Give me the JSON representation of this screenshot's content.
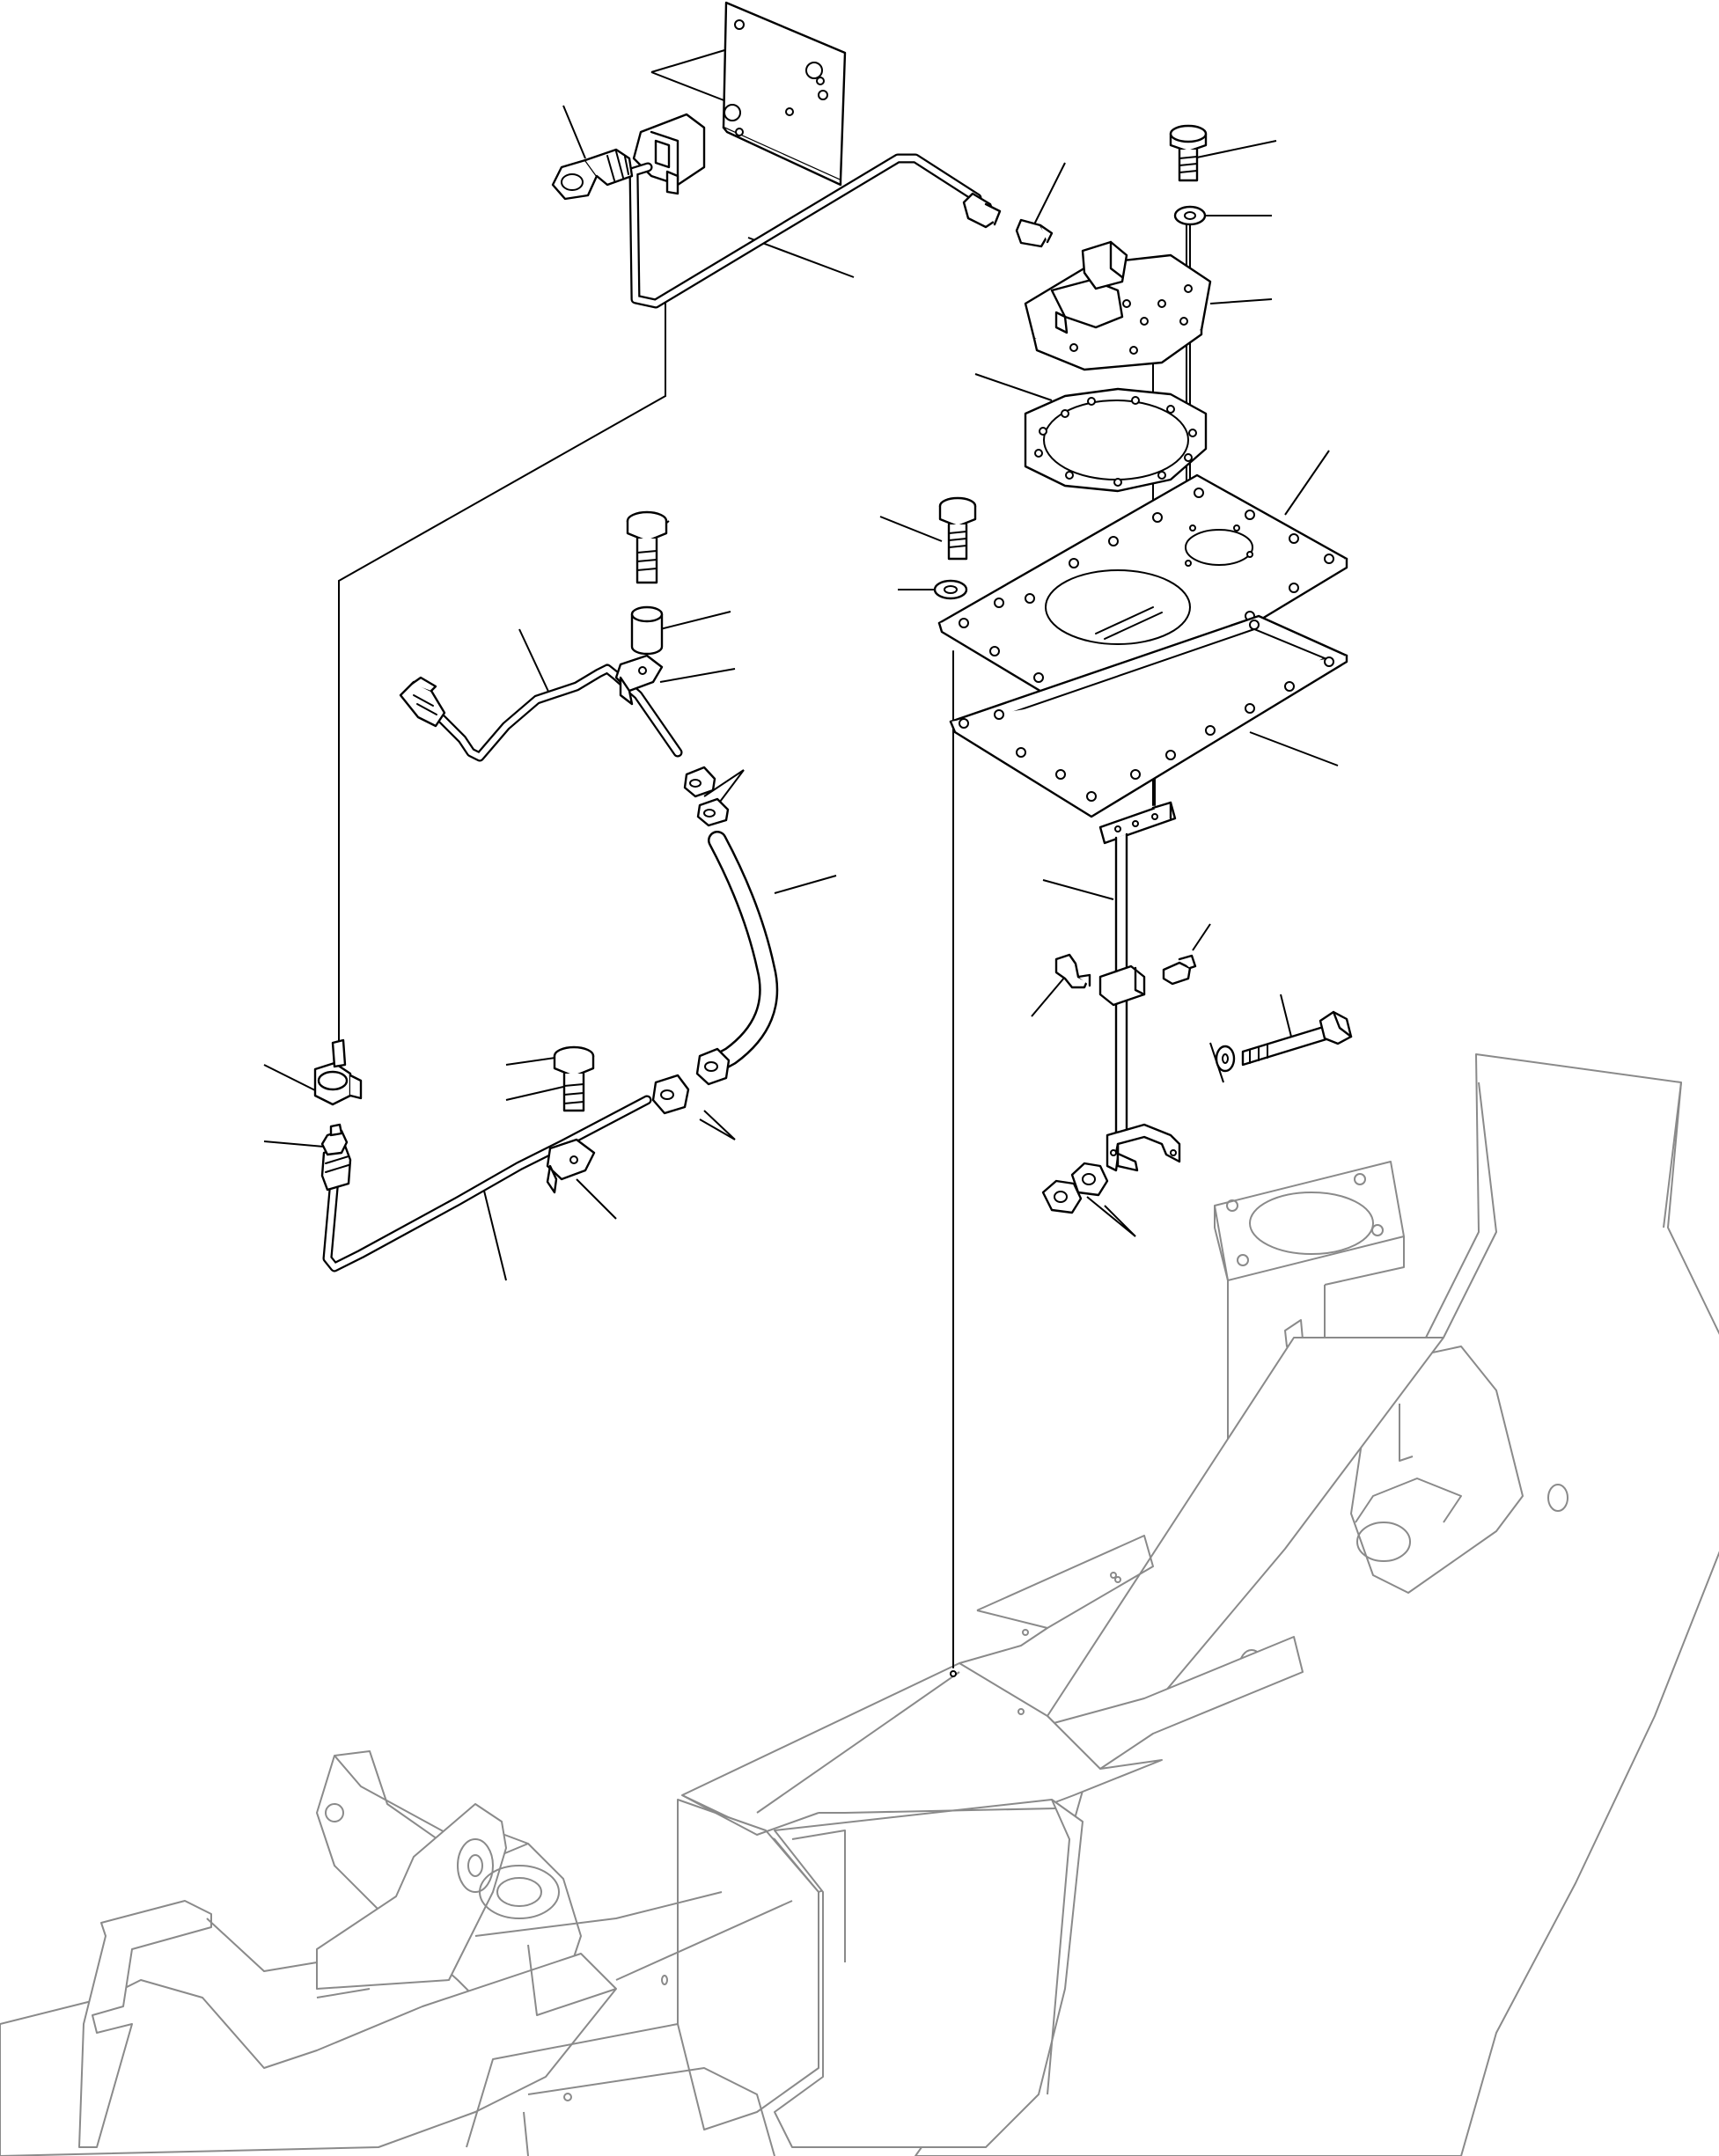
{
  "diagram": {
    "type": "exploded-parts-view",
    "parts": [
      {
        "id": "upper-mounting-plate"
      },
      {
        "id": "clip-bracket"
      },
      {
        "id": "flange-bolt-upper-left"
      },
      {
        "id": "upper-tube"
      },
      {
        "id": "union-fitting"
      },
      {
        "id": "flange-bolt-top-right"
      },
      {
        "id": "washer-top-right"
      },
      {
        "id": "sensor-cover-plate"
      },
      {
        "id": "round-gasket"
      },
      {
        "id": "cover-plate"
      },
      {
        "id": "plate-gasket"
      },
      {
        "id": "flange-bolt-middle"
      },
      {
        "id": "washer-middle"
      },
      {
        "id": "flange-bolt-left"
      },
      {
        "id": "spacer-collar"
      },
      {
        "id": "tube-clamp-upper"
      },
      {
        "id": "middle-tube"
      },
      {
        "id": "hose-clamps-upper"
      },
      {
        "id": "rubber-hose"
      },
      {
        "id": "hose-clamps-lower"
      },
      {
        "id": "banjo-elbow"
      },
      {
        "id": "adapter-fitting"
      },
      {
        "id": "lower-tube"
      },
      {
        "id": "tube-clamp-lower"
      },
      {
        "id": "flange-bolt-lower"
      },
      {
        "id": "bracket-rod"
      },
      {
        "id": "elbow-fitting"
      },
      {
        "id": "straight-connector"
      },
      {
        "id": "long-bolt"
      },
      {
        "id": "washer-lower"
      },
      {
        "id": "u-bracket"
      },
      {
        "id": "nuts"
      },
      {
        "id": "revolving-frame"
      }
    ]
  }
}
